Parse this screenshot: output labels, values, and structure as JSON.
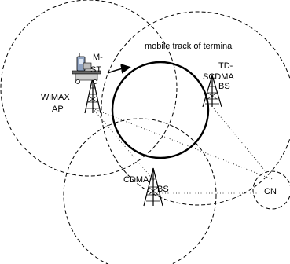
{
  "labels": {
    "terminal": "M-ST",
    "track": "mobile track of terminal",
    "wimax": "WiMAX AP",
    "tdscdma": "TD-SCDMA BS",
    "cdma": "CDMA BS",
    "cn": "CN"
  },
  "nodes": {
    "terminal": {
      "icon": "mobile-terminal-icon"
    },
    "wimax": {
      "icon": "antenna-tower-icon"
    },
    "tdscdma": {
      "icon": "antenna-tower-icon"
    },
    "cdma": {
      "icon": "antenna-tower-icon"
    },
    "cn": {
      "icon": "cloud-node-icon"
    }
  }
}
